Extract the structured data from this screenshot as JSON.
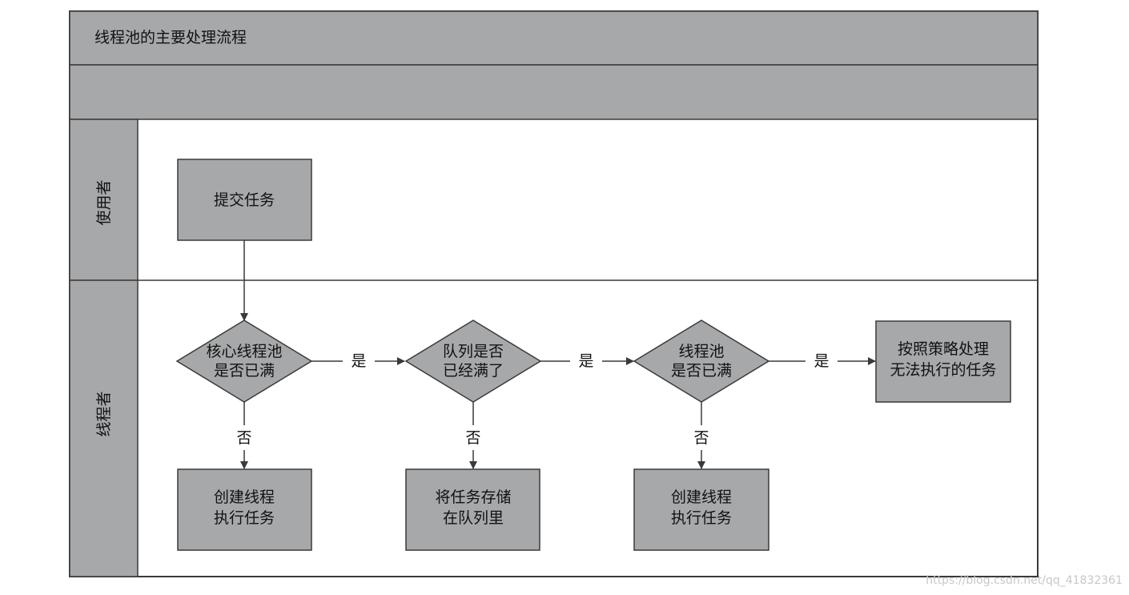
{
  "title": "线程池的主要处理流程",
  "lanes": {
    "user": "使用者",
    "thread": "线程者"
  },
  "nodes": {
    "submit": [
      "提交任务"
    ],
    "core_full": [
      "核心线程池",
      "是否已满"
    ],
    "queue_full": [
      "队列是否",
      "已经满了"
    ],
    "pool_full": [
      "线程池",
      "是否已满"
    ],
    "reject": [
      "按照策略处理",
      "无法执行的任务"
    ],
    "create1": [
      "创建线程",
      "执行任务"
    ],
    "store": [
      "将任务存储",
      "在队列里"
    ],
    "create2": [
      "创建线程",
      "执行任务"
    ]
  },
  "edge_labels": {
    "yes": "是",
    "no": "否"
  },
  "watermark": "https://blog.csdn.net/qq_41832361",
  "colors": {
    "shape_fill": "#a7a8aa",
    "stroke": "#3a3a3a",
    "background": "#ffffff"
  }
}
